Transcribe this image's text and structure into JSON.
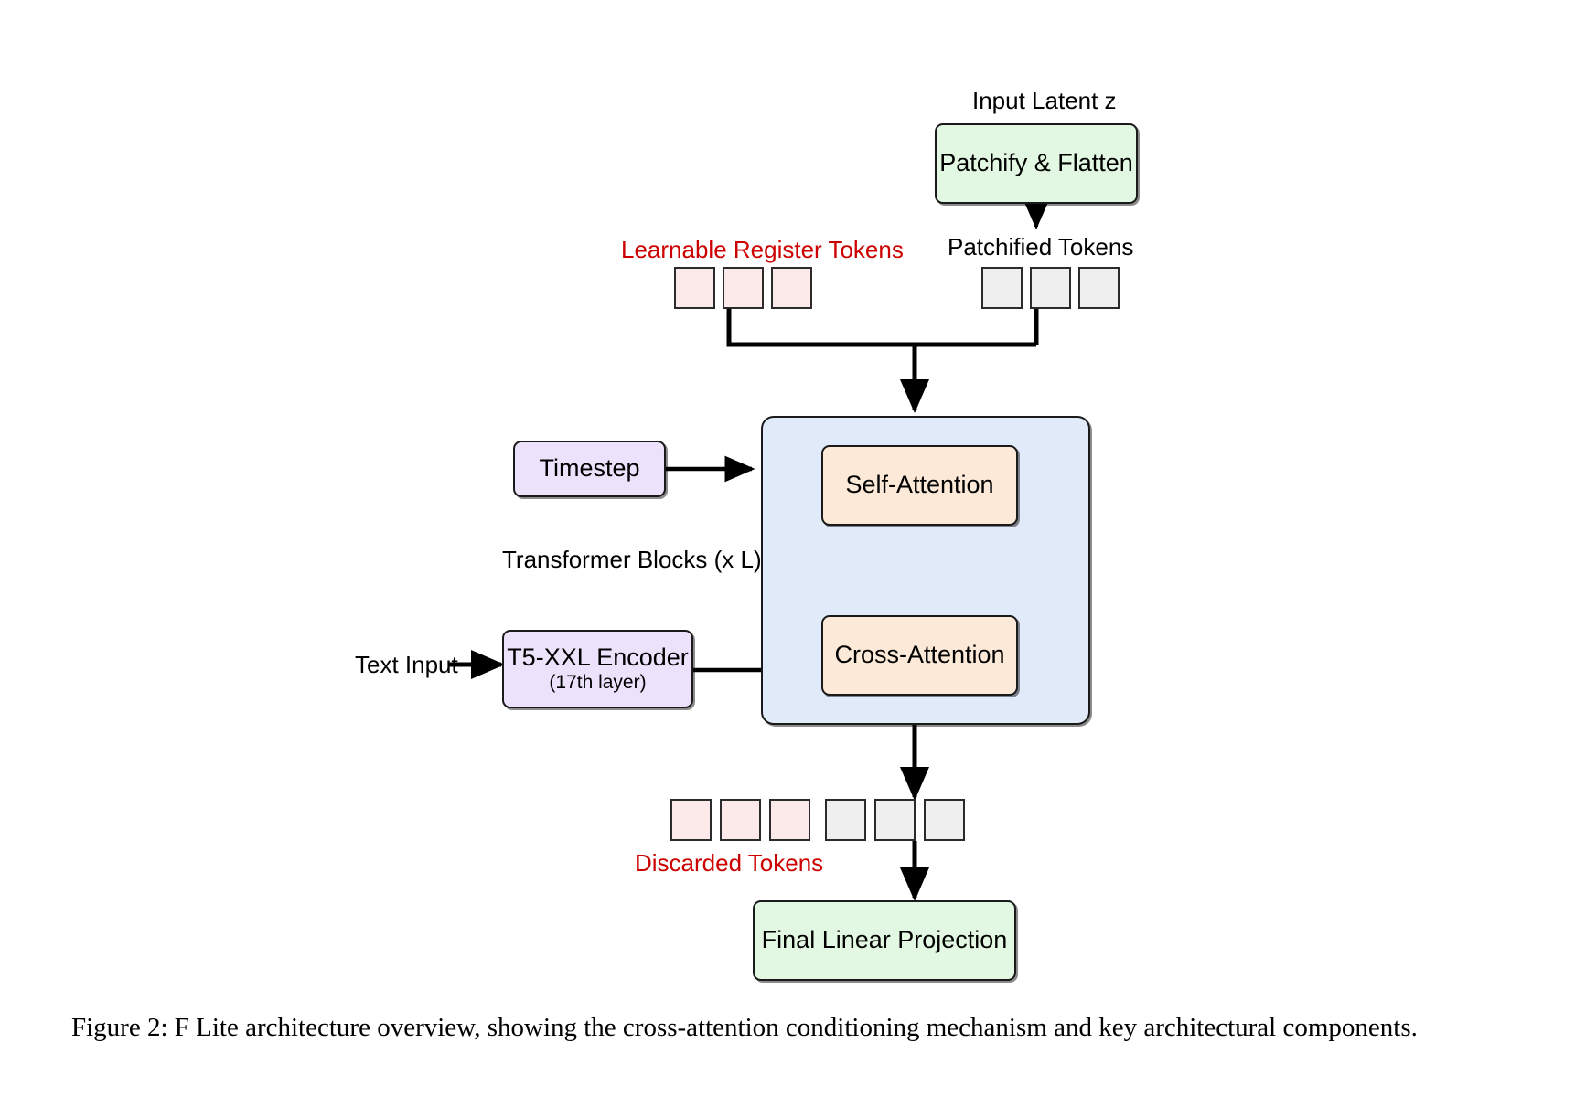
{
  "figure": {
    "caption": "Figure 2: F Lite architecture overview, showing the cross-attention conditioning mechanism and key architectural components."
  },
  "diagram": {
    "title": "F Lite architecture overview",
    "colors": {
      "green_fill": "#e3f8e2",
      "purple_fill": "#ece2fb",
      "peach_fill": "#fce9d7",
      "blue_fill": "#e0eaf9",
      "token_pink_fill": "#fce9e9",
      "token_gray_fill": "#efefef",
      "stroke": "#1a1a1a",
      "red_text": "#cc0000",
      "black_text": "#000000"
    },
    "labels": {
      "input_latent": "Input Latent z",
      "patchified_tokens": "Patchified Tokens",
      "learnable_register_tokens": "Learnable Register Tokens",
      "transformer_blocks": "Transformer Blocks (x L)",
      "text_input": "Text Input",
      "discarded_tokens": "Discarded Tokens"
    },
    "nodes": {
      "patchify": "Patchify & Flatten",
      "timestep": "Timestep",
      "t5_encoder_line1": "T5-XXL Encoder",
      "t5_encoder_line2": "(17th layer)",
      "self_attention": "Self-Attention",
      "cross_attention": "Cross-Attention",
      "final_linear_projection": "Final Linear Projection"
    },
    "token_rows": {
      "register_tokens": {
        "count": 3,
        "fill": "pink",
        "label": "Learnable Register Tokens"
      },
      "patchified_tokens": {
        "count": 3,
        "fill": "gray",
        "label": "Patchified Tokens"
      },
      "output_tokens": {
        "pink_count": 3,
        "gray_count": 3,
        "label": "Discarded Tokens"
      }
    }
  }
}
